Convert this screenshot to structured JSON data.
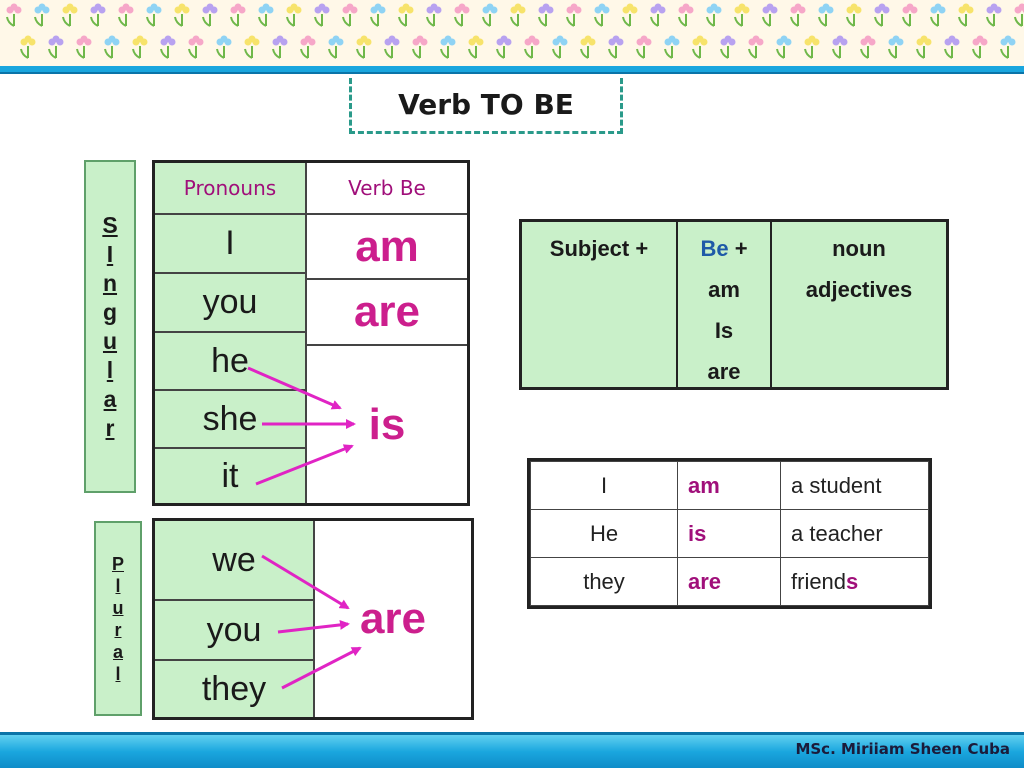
{
  "title": "Verb TO BE",
  "footer": "MSc. Miriiam Sheen Cuba",
  "singular_label": [
    "S",
    "I",
    "n",
    "g",
    "u",
    "l",
    "a",
    "r"
  ],
  "plural_label": [
    "P",
    "l",
    "u",
    "r",
    "a",
    "l"
  ],
  "singular_table": {
    "header": [
      "Pronouns",
      "Verb Be"
    ],
    "pronouns": [
      "I",
      "you",
      "he",
      "she",
      "it"
    ],
    "verbs": {
      "am": "am",
      "are": "are",
      "is": "is"
    }
  },
  "plural_table": {
    "pronouns": [
      "we",
      "you",
      "they"
    ],
    "verb": "are"
  },
  "formula": {
    "subject": "Subject +",
    "be_label": "Be",
    "be_plus": " +",
    "be_forms": [
      "am",
      "Is",
      "are"
    ],
    "complements": [
      "noun",
      "adjectives"
    ]
  },
  "examples": [
    {
      "subject": "I",
      "verb": "am",
      "complement": "a student"
    },
    {
      "subject": "He",
      "verb": "is",
      "complement": "a teacher"
    },
    {
      "subject": "they",
      "verb": "are",
      "complement_main": "friend",
      "complement_suffix": "s"
    }
  ],
  "colors": {
    "accent_magenta": "#cc1f8d",
    "header_purple": "#a00f7a",
    "cell_green": "#c9f0c9",
    "footer_blue": "#1aa6de"
  }
}
